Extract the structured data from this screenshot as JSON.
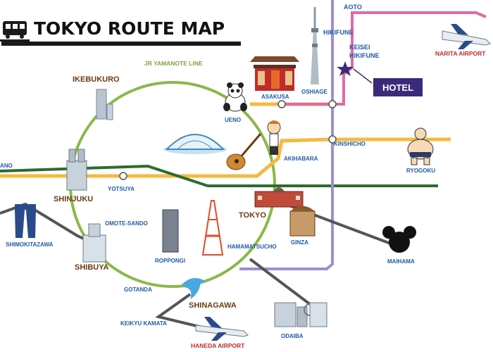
{
  "title": "TOKYO ROUTE MAP",
  "lines": {
    "yamanote": "JR YAMANOTE LINE"
  },
  "stations": {
    "ikebukuro": "IKEBUKURO",
    "ueno": "UENO",
    "asakusa": "ASAKUSA",
    "oshiage": "OSHIAGE",
    "hikifune": "HIKIFUNE",
    "keisei_hikifune": "KEISEI\nHIKIFUNE",
    "aoto": "AOTO",
    "kinshicho": "KINSHICHO",
    "ryogoku": "RYOGOKU",
    "akihabara": "AKIHABARA",
    "yotsuya": "YOTSUYA",
    "shinjuku": "SHINJUKU",
    "nakano_partial": "ANO",
    "shimokitazawa": "SHIMOKITAZAWA",
    "shibuya": "SHIBUYA",
    "omote_sando": "OMOTE-SANDO",
    "roppongi": "ROPPONGI",
    "tokyo": "TOKYO",
    "ginza": "GINZA",
    "hamamatsucho": "HAMAMATSUCHO",
    "gotanda": "GOTANDA",
    "shinagawa": "SHINAGAWA",
    "keikyu_kamata": "KEIKYU KAMATA",
    "odaiba": "ODAIBA",
    "maihama": "MAIHAMA",
    "narita": "NARITA AIRPORT",
    "haneda": "HANEDA AIRPORT"
  },
  "hotel": "HOTEL",
  "colors": {
    "yamanote": "#8ab84a",
    "chuo": "#f5b942",
    "sobu": "#f5b942",
    "ginza_line": "#2e6b2e",
    "keisei": "#e06aa6",
    "toei_asakusa": "#9b8ed6",
    "keiyo": "#555555",
    "station_label": "#1f5aa6",
    "area_label": "#6b3b12",
    "airport": "#c62828",
    "hotel": "#3b2a7a"
  }
}
